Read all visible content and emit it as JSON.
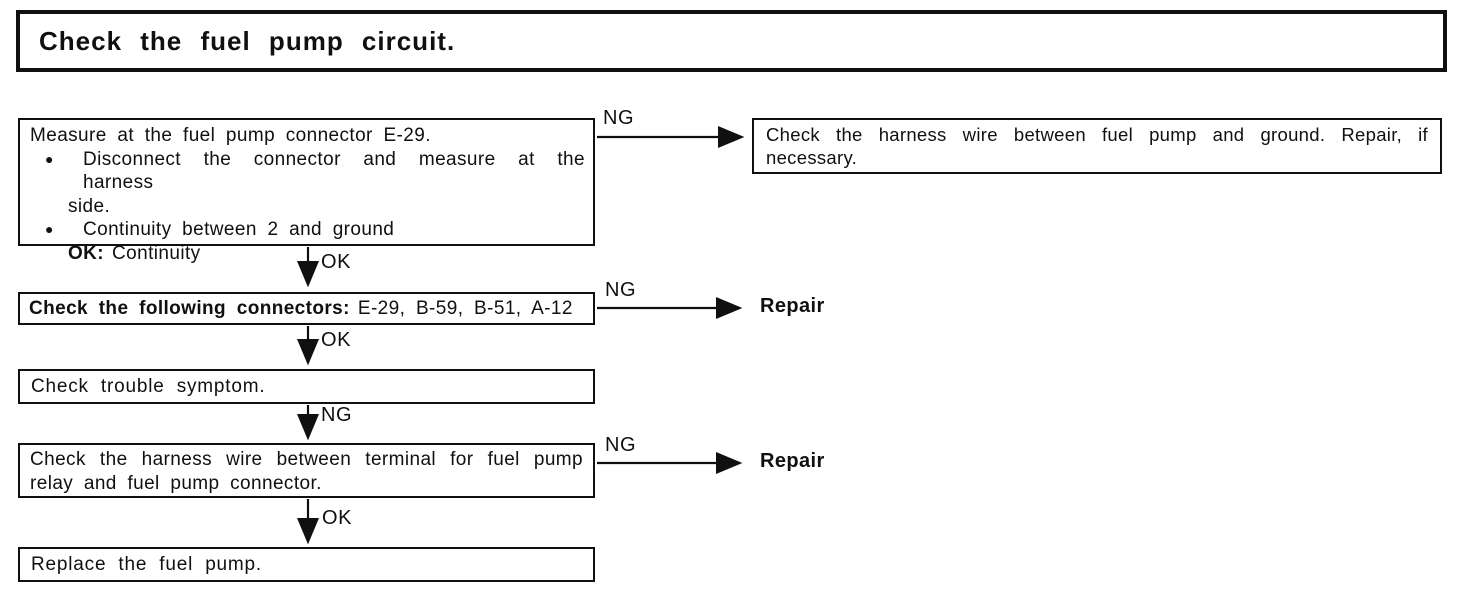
{
  "document": {
    "title": "Check the fuel pump circuit."
  },
  "labels": {
    "ok": "OK",
    "ng": "NG",
    "repair": "Repair",
    "bullet": "●"
  },
  "flowchart": {
    "step1": {
      "heading": "Measure at the fuel pump connector E-29.",
      "bullets": [
        {
          "line1": "Disconnect the connector and measure at the harness",
          "line2": "side."
        },
        {
          "line1": "Continuity between 2 and ground"
        }
      ],
      "ok_condition_label": "OK:",
      "ok_condition_value": "Continuity"
    },
    "step1_ng_action": {
      "line1": "Check the harness wire between fuel pump and ground. Repair, if",
      "line2": "necessary."
    },
    "step2": {
      "label": "Check the following connectors:",
      "connectors": "E-29, B-59, B-51, A-12"
    },
    "step3": {
      "text": "Check trouble symptom."
    },
    "step4": {
      "line1": "Check the harness wire between terminal for fuel pump",
      "line2": "relay and fuel pump connector."
    },
    "step5": {
      "text": "Replace the fuel pump."
    }
  }
}
